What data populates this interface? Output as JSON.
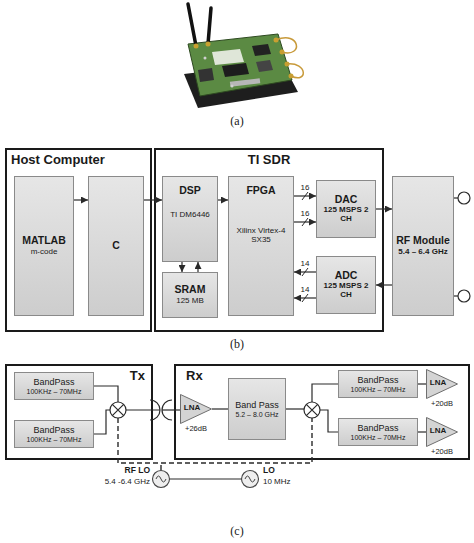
{
  "diagram": {
    "nodes": [
      {
        "text": [
          "Host Computer"
        ]
      },
      {
        "text": [
          "MATLAB",
          "m-code"
        ],
        "in": 0
      },
      {
        "text": [
          "C"
        ],
        "in": 0
      },
      {
        "text": [
          "TI SDR"
        ]
      },
      {
        "text": [
          "DSP",
          "TI DM6446"
        ],
        "in": 3
      },
      {
        "text": [
          "SRAM",
          "125 MB"
        ],
        "in": 3
      },
      {
        "text": [
          "FPGA",
          "Xilinx Virtex-4 SX35"
        ],
        "in": 3
      },
      {
        "text": [
          "DAC",
          "125 MSPS 2 CH"
        ],
        "in": 3
      },
      {
        "text": [
          "ADC",
          "125 MSPS 2 CH"
        ],
        "in": 3
      },
      {
        "text": [
          "RF Module",
          "5.4 – 6.4 GHz"
        ]
      },
      {
        "text": [
          "Tx"
        ]
      },
      {
        "text": [
          "BandPass",
          "100KHz – 70MHz"
        ],
        "in": 10
      },
      {
        "text": [
          "BandPass",
          "100KHz – 70MHz"
        ],
        "in": 10
      },
      {
        "text": [
          "Rx"
        ]
      },
      {
        "text": [
          "LNA",
          "+26dB"
        ],
        "in": 13
      },
      {
        "text": [
          "Band Pass",
          "5.2 – 8.0 GHz"
        ],
        "in": 13
      },
      {
        "text": [
          "BandPass",
          "100KHz – 70MHz"
        ],
        "in": 13
      },
      {
        "text": [
          "LNA",
          "+20dB"
        ],
        "in": 13
      },
      {
        "text": [
          "BandPass",
          "100KHz – 70MHz"
        ],
        "in": 13
      },
      {
        "text": [
          "LNA",
          "+20dB"
        ],
        "in": 13
      },
      {
        "text": [
          "RF LO",
          "5.4 -6.4 GHz"
        ]
      },
      {
        "text": [
          "LO",
          "10 MHz"
        ]
      }
    ],
    "edges": [
      {
        "from": 1,
        "to": 2,
        "arrow": "to"
      },
      {
        "from": 2,
        "to": 4,
        "arrow": "to"
      },
      {
        "from": 4,
        "to": 6,
        "arrow": "to"
      },
      {
        "from": 4,
        "to": 5,
        "arrow": "to"
      },
      {
        "from": 5,
        "to": 4,
        "arrow": "to"
      },
      {
        "from": 6,
        "to": 7,
        "arrow": "to",
        "label": "16"
      },
      {
        "from": 6,
        "to": 7,
        "arrow": "to",
        "label": "16"
      },
      {
        "from": 8,
        "to": 6,
        "arrow": "to",
        "label": "14"
      },
      {
        "from": 8,
        "to": 6,
        "arrow": "to",
        "label": "14"
      },
      {
        "from": 7,
        "to": 9,
        "arrow": "to"
      },
      {
        "from": 9,
        "to": 8,
        "arrow": "to"
      },
      {
        "from": 14,
        "to": 15,
        "arrow": "none"
      },
      {
        "from": 16,
        "to": 17,
        "arrow": "none"
      },
      {
        "from": 18,
        "to": 19,
        "arrow": "none"
      },
      {
        "from": 21,
        "to": 20,
        "arrow": "none"
      }
    ],
    "labels": [
      "(a)",
      "(b)",
      "(c)"
    ]
  }
}
